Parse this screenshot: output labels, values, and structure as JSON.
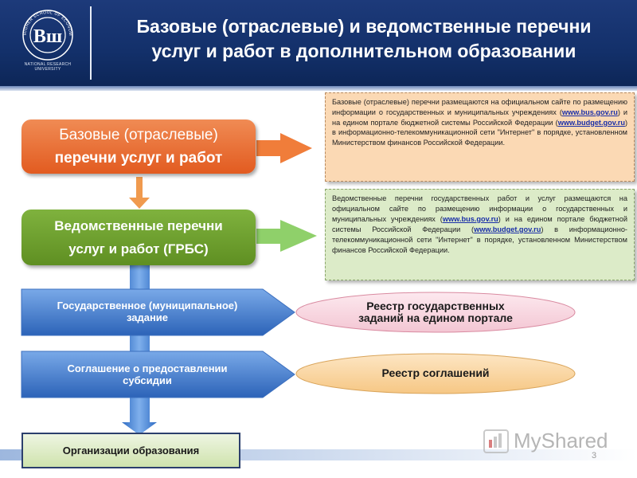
{
  "header": {
    "title_line1": "Базовые (отраслевые) и ведомственные перечни",
    "title_line2": "услуг и работ в дополнительном образовании",
    "logo_caption_line1": "NATIONAL RESEARCH",
    "logo_caption_line2": "UNIVERSITY",
    "logo_ring_text": "HIGHER SCHOOL OF ECONOMICS"
  },
  "flow": {
    "basic_line1": "Базовые (отраслевые)",
    "basic_line2": "перечни услуг и работ",
    "dept_line1": "Ведомственные перечни",
    "dept_line2": "услуг и работ (ГРБС)",
    "task_line1": "Государственное (муниципальное)",
    "task_line2": "задание",
    "subsidy_line1": "Соглашение о предоставлении",
    "subsidy_line2": "субсидии",
    "org_label": "Организации образования"
  },
  "info": {
    "basic_a": "Базовые (отраслевые) перечни размещаются на официальном сайте по размещению информации о государственных и муниципальных учреждениях (",
    "basic_link1": "www.bus.gov.ru",
    "basic_b": ") и на едином портале бюджетной системы Российской Федерации (",
    "basic_link2": "www.budget.gov.ru",
    "basic_c": ") в информационно-телекоммуникационной сети \"Интернет\" в порядке, установленном Министерством финансов Российской Федерации.",
    "dept_a": "Ведомственные перечни государственных работ и услуг размещаются на официальном сайте по размещению информации о государственных и муниципальных учреждениях (",
    "dept_link1": "www.bus.gov.ru",
    "dept_b": ") и на едином портале бюджетной системы Российской Федерации (",
    "dept_link2": "www.budget.gov.ru",
    "dept_c": ") в информационно-телекоммуникационной сети \"Интернет\" в порядке, установленном Министерством финансов Российской Федерации."
  },
  "registries": {
    "tasks_line1": "Реестр государственных",
    "tasks_line2": "заданий на едином портале",
    "agreements": "Реестр соглашений"
  },
  "footer": {
    "watermark": "MyShared",
    "page_number": "3"
  },
  "colors": {
    "header_bg": "#13306a",
    "orange_box": "#e8692e",
    "green_box": "#6a9a2b",
    "blue_arrow": "#4a86d6",
    "orange_info_bg": "#fbd9b4",
    "green_info_bg": "#dcebc8"
  }
}
